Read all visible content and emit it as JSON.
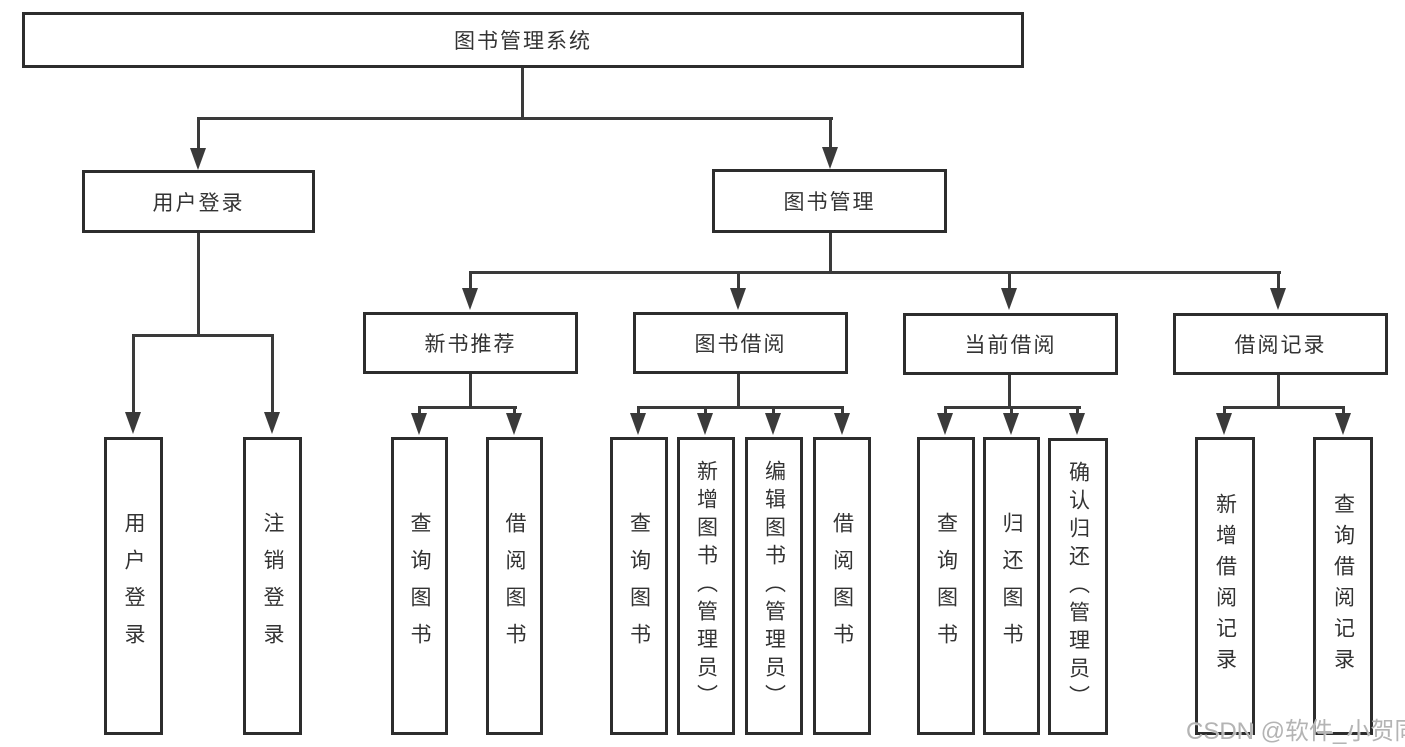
{
  "nodes": {
    "root": "图书管理系统",
    "user_login": "用户登录",
    "book_mgmt": "图书管理",
    "new_book_rec": "新书推荐",
    "book_borrow": "图书借阅",
    "current_borrow": "当前借阅",
    "borrow_records": "借阅记录",
    "ul_login": "用户登录",
    "ul_logout": "注销登录",
    "nr_query": "查询图书",
    "nr_borrow": "借阅图书",
    "bb_query": "查询图书",
    "bb_add": "新增图书（管理员）",
    "bb_edit": "编辑图书（管理员）",
    "bb_borrow": "借阅图书",
    "cb_query": "查询图书",
    "cb_return": "归还图书",
    "cb_confirm": "确认归还（管理员）",
    "br_add": "新增借阅记录",
    "br_query": "查询借阅记录"
  },
  "watermark": "CSDN @软件_小贺同学",
  "colors": {
    "line": "#3a3a3a",
    "box_border": "#2d2d2d",
    "text": "#333333",
    "watermark": "#b4b4b4",
    "background": "#ffffff"
  }
}
